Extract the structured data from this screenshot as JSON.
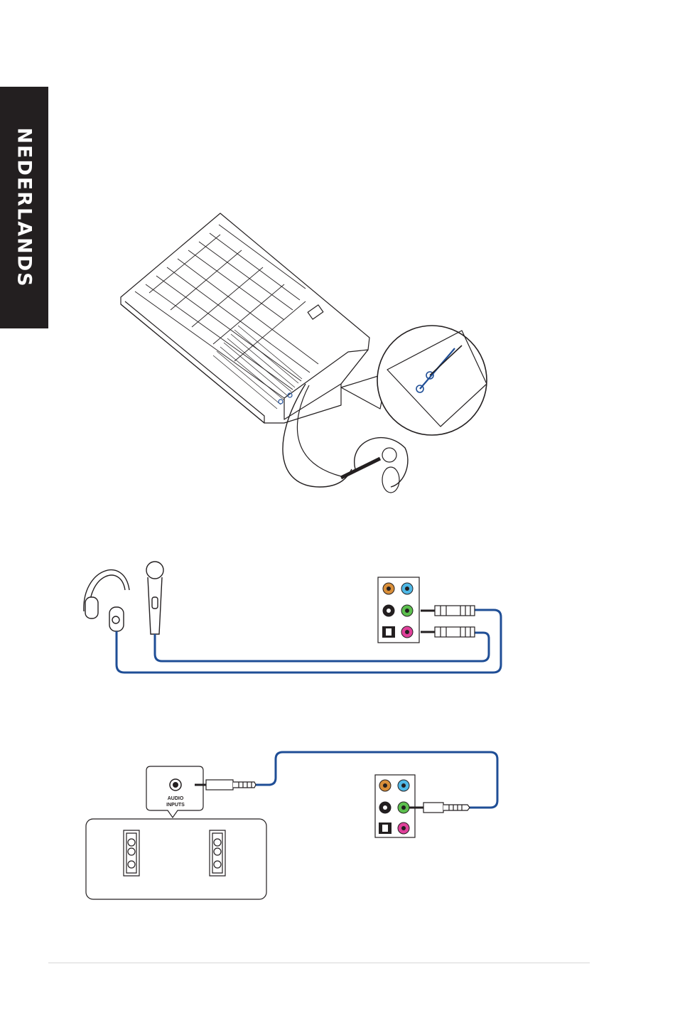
{
  "side_tab": {
    "label": "NEDERLANDS"
  },
  "audio_box": {
    "line1": "AUDIO",
    "line2": "INPUTS"
  },
  "colors": {
    "tab_background": "#231f20",
    "cable": "#1f4e96",
    "jack_orange": "#d98f3a",
    "jack_blue": "#4fb8e6",
    "jack_black": "#231f20",
    "jack_green": "#5cbf4e",
    "jack_pink": "#e0409a"
  },
  "icons": [
    "headphones-icon",
    "microphone-icon",
    "speaker-icon",
    "audio-jack-panel-icon",
    "audio-plug-icon"
  ]
}
